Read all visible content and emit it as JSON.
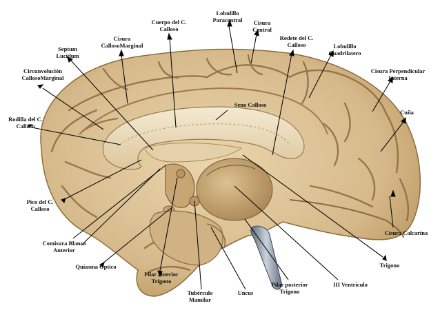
{
  "labels": {
    "lobulillo_paracentral": "Lobulillo\nParacentral",
    "cuerpo_calloso": "Cuerpo del C.\nCalloso",
    "cisura_central": "Cisura\nCentral",
    "rodete_calloso": "Rodete del C.\nCalloso",
    "lobulillo_cuadrilatero": "Lobulillo\nCuadrilatero",
    "cisura_callosomarginal": "Cisura\nCallosoMarginal",
    "septum_lucidum": "Septum\nLucidum",
    "circunvolucion_callosomarginal": "Circunvolución\nCallosoMarginal",
    "cisura_perpendicular": "Cisura Perpendicular\nInterna",
    "seno_calloso": "Seno Calloso",
    "rodilla_calloso": "Rodilla del C.\nCalloso",
    "cuna": "Cuña",
    "pico_calloso": "Pico del C.\nCalloso",
    "cisura_calcarina": "Cisura Calcarina",
    "comisura_blanca": "Comisura Blanca\nAnterior",
    "trigono": "Trigono",
    "quiasma_optico": "Quiasma Optico",
    "pilar_anterior": "Pilar anterior\nTrigono",
    "tuberculo_mamilar": "Tubérculo\nMamilar",
    "uncus": "Uncus",
    "pilar_posterior": "Pilar posterior\nTrigono",
    "iii_ventriculo": "III Ventrículo"
  },
  "colors": {
    "cortex": "#d9bf93",
    "sulcus": "#8a6a40",
    "callosum": "#efe0bf",
    "thalamus": "#c9a772",
    "background": "#ffffff"
  }
}
